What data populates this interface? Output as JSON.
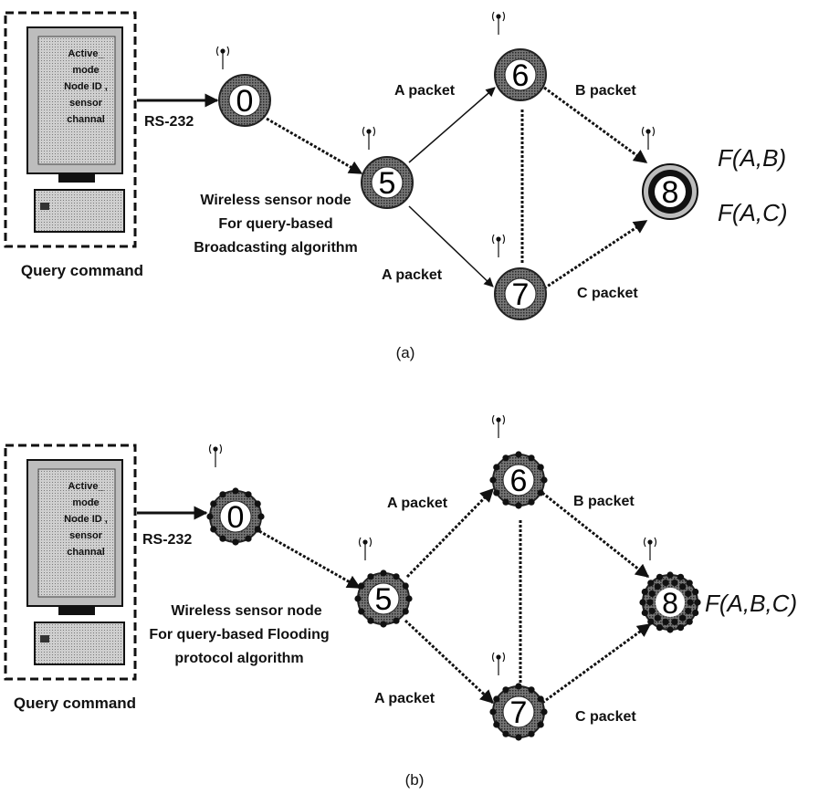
{
  "panels": [
    {
      "id": "a",
      "computer": {
        "screen_lines": [
          "Active_",
          "mode",
          "Node ID ,",
          "sensor",
          "channal"
        ],
        "caption": "Query command"
      },
      "link_label": "RS-232",
      "description": [
        "Wireless sensor node",
        "For query-based",
        "Broadcasting algorithm"
      ],
      "nodes": {
        "n0": "0",
        "n5": "5",
        "n6": "6",
        "n7": "7",
        "n8": "8"
      },
      "edge_labels": {
        "e56": "A packet",
        "e57": "A packet",
        "e68": "B packet",
        "e78": "C packet"
      },
      "results": [
        "F(A,B)",
        "F(A,C)"
      ],
      "panel_caption": "(a)"
    },
    {
      "id": "b",
      "computer": {
        "screen_lines": [
          "Active_",
          "mode",
          "Node ID ,",
          "sensor",
          "channal"
        ],
        "caption": "Query command"
      },
      "link_label": "RS-232",
      "description": [
        "Wireless sensor node",
        "For query-based Flooding",
        "protocol algorithm"
      ],
      "nodes": {
        "n0": "0",
        "n5": "5",
        "n6": "6",
        "n7": "7",
        "n8": "8"
      },
      "edge_labels": {
        "e56": "A packet",
        "e57": "A packet",
        "e68": "B packet",
        "e78": "C packet"
      },
      "results": [
        "F(A,B,C)"
      ],
      "panel_caption": "(b)"
    }
  ]
}
